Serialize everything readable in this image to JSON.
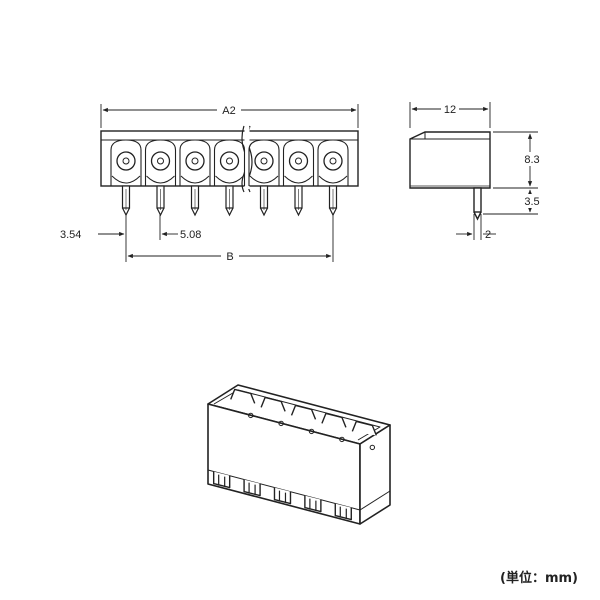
{
  "front_view": {
    "dim_a2": "A2",
    "dim_b": "B",
    "dim_pitch": "5.08",
    "dim_offset": "3.54",
    "pin_count": 7
  },
  "side_view": {
    "dim_depth": "12",
    "dim_body_height": "8.3",
    "dim_pin_length": "3.5",
    "dim_pin_offset": "2"
  },
  "iso_view": {
    "pin_count": 5
  },
  "unit_note": "(単位：mm)"
}
